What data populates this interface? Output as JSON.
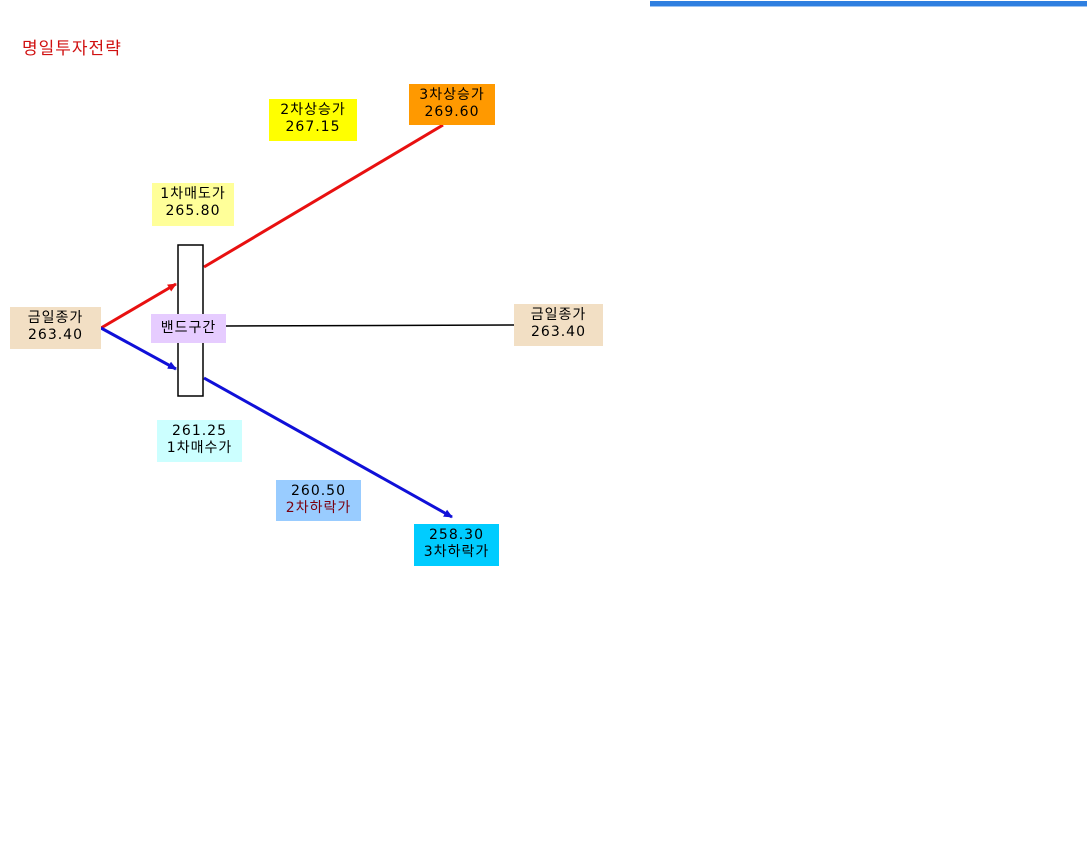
{
  "title": "명일투자전략",
  "colors": {
    "up_line": "#e81010",
    "down_line": "#1010d8",
    "center_line": "#000000"
  },
  "nodes": {
    "today_close_left": {
      "label": "금일종가",
      "value": "263.40",
      "bg": "#f2dfc4"
    },
    "today_close_right": {
      "label": "금일종가",
      "value": "263.40",
      "bg": "#f2dfc4"
    },
    "band": {
      "label": "밴드구간",
      "bg": "#e6ccff"
    },
    "sell_1": {
      "label": "1차매도가",
      "value": "265.80",
      "bg": "#ffff99"
    },
    "rise_2": {
      "label": "2차상승가",
      "value": "267.15",
      "bg": "#ffff00"
    },
    "rise_3": {
      "label": "3차상승가",
      "value": "269.60",
      "bg": "#ff9900"
    },
    "buy_1": {
      "label": "1차매수가",
      "value": "261.25",
      "bg": "#ccffff"
    },
    "fall_2": {
      "label": "2차하락가",
      "value": "260.50",
      "bg": "#99ccff"
    },
    "fall_3": {
      "label": "3차하락가",
      "value": "258.30",
      "bg": "#00ccff"
    }
  }
}
